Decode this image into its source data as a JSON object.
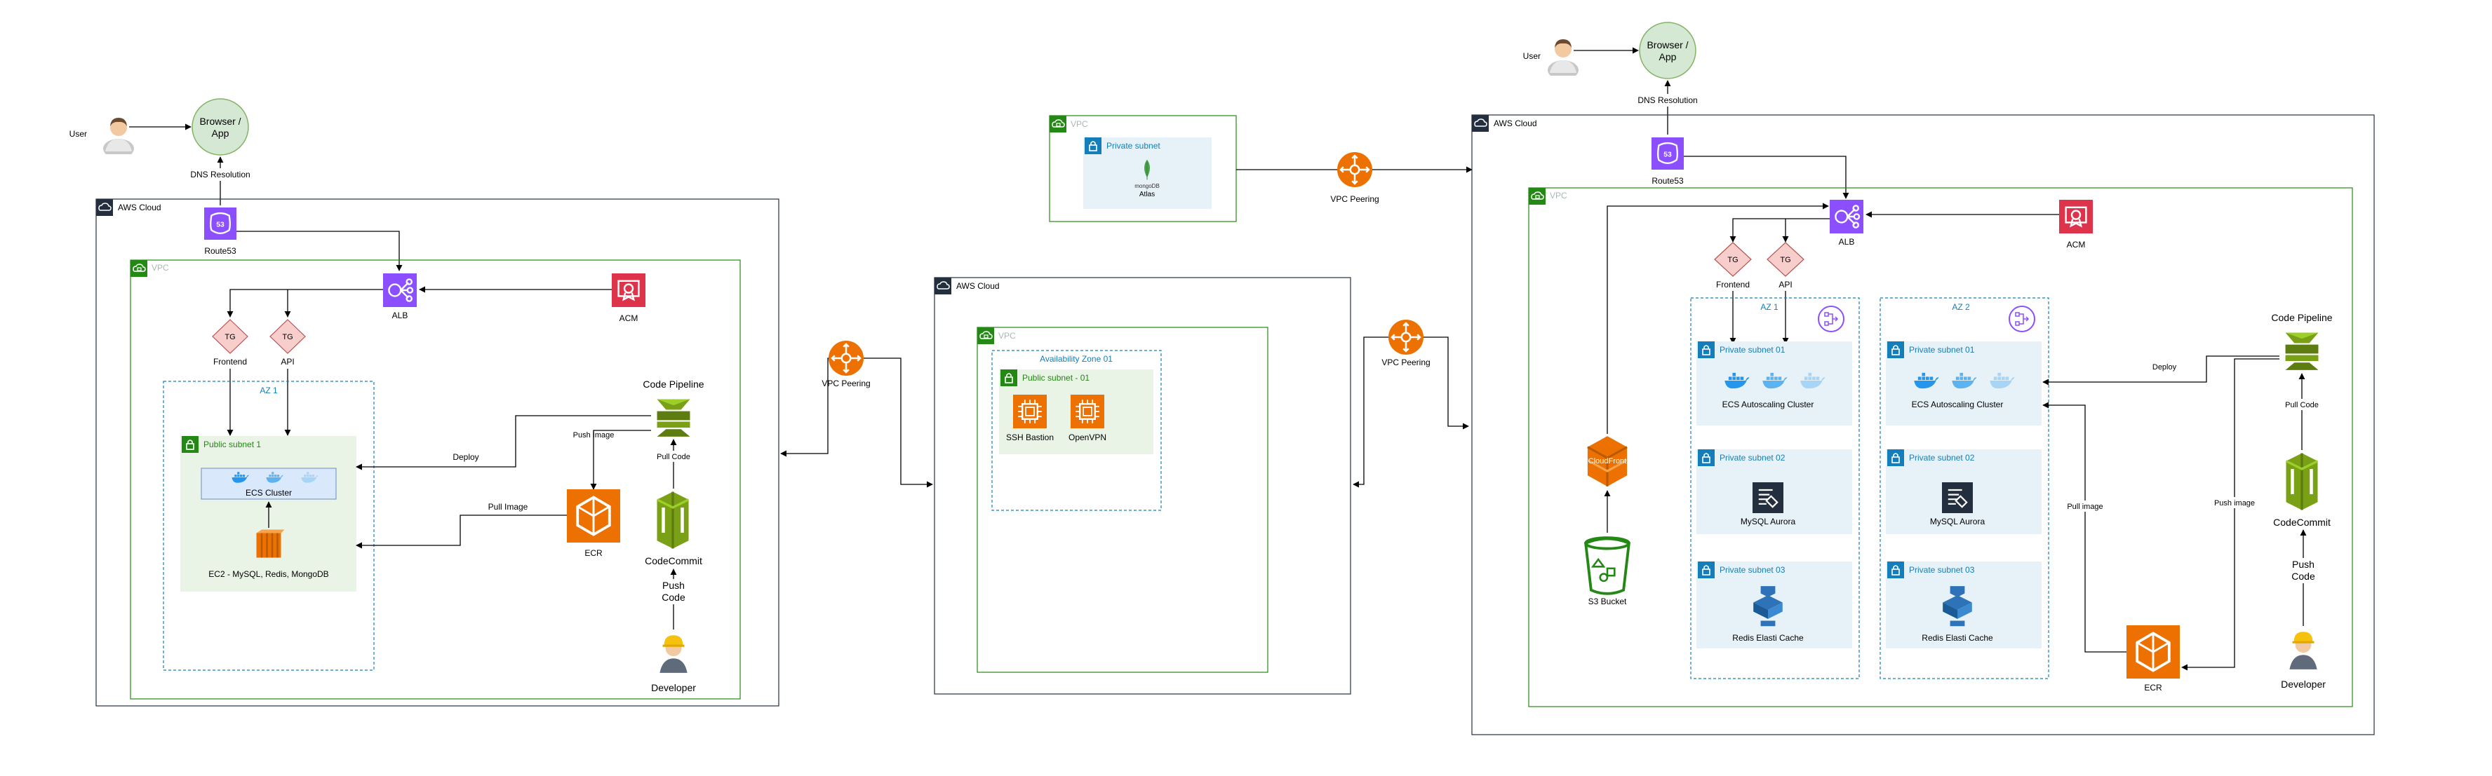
{
  "left": {
    "user": "User",
    "browser": [
      "Browser /",
      "App"
    ],
    "dns": "DNS Resolution",
    "aws_cloud": "AWS Cloud",
    "route53": "Route53",
    "vpc": "VPC",
    "alb": "ALB",
    "acm": "ACM",
    "tg": "TG",
    "frontend": "Frontend",
    "api": "API",
    "az": "AZ 1",
    "public_subnet": "Public subnet 1",
    "ecs_cluster": "ECS Cluster",
    "ec2": "EC2 - MySQL, Redis, MongoDB",
    "code_pipeline": "Code Pipeline",
    "push_image": "Push Image",
    "pull_code": "Pull Code",
    "deploy": "Deploy",
    "pull_image": "Pull Image",
    "ecr": "ECR",
    "codecommit": "CodeCommit",
    "push_code": [
      "Push",
      "Code"
    ],
    "developer": "Developer"
  },
  "vpc_peering_1": "VPC Peering",
  "middle": {
    "aws_cloud": "AWS Cloud",
    "vpc": "VPC",
    "az": "Availability Zone 01",
    "public_subnet": "Public subnet - 01",
    "ssh": "SSH Bastion",
    "openvpn": "OpenVPN"
  },
  "vpc_peering_2": "VPC Peering",
  "atlas": {
    "vpc": "VPC",
    "private_subnet": "Private subnet",
    "mongo": "mongoDB",
    "atlas": "Atlas"
  },
  "vpc_peering_3": "VPC Peering",
  "right": {
    "user": "User",
    "browser": [
      "Browser /",
      "App"
    ],
    "dns": "DNS Resolution",
    "aws_cloud": "AWS Cloud",
    "route53": "Route53",
    "vpc": "VPC",
    "alb": "ALB",
    "acm": "ACM",
    "tg": "TG",
    "frontend": "Frontend",
    "api": "API",
    "az1": "AZ 1",
    "az2": "AZ 2",
    "ps01": "Private subnet 01",
    "ps02": "Private subnet 02",
    "ps03": "Private subnet 03",
    "ecs": "ECS Autoscaling Cluster",
    "mysql": "MySQL Aurora",
    "redis": "Redis Elasti Cache",
    "cloudfront": "CloudFront",
    "s3": "S3 Bucket",
    "code_pipeline": "Code Pipeline",
    "deploy": "Deploy",
    "pull_code": "Pull Code",
    "pull_image": "Pull image",
    "push_image": "Push image",
    "codecommit": "CodeCommit",
    "push_code": [
      "Push",
      "Code"
    ],
    "ecr": "ECR",
    "developer": "Developer"
  },
  "colors": {
    "cloud_border": "#232f3e",
    "vpc_border": "#248814",
    "subnet_public": "#e9f3e6",
    "subnet_private": "#e6f2f8",
    "az_border": "#147eba",
    "purple": "#8c4fff",
    "red": "#dd344c",
    "orange": "#ed7100",
    "green_dev": "#7aa116",
    "tg_fill": "#f8cecc",
    "tg_stroke": "#b85450"
  }
}
